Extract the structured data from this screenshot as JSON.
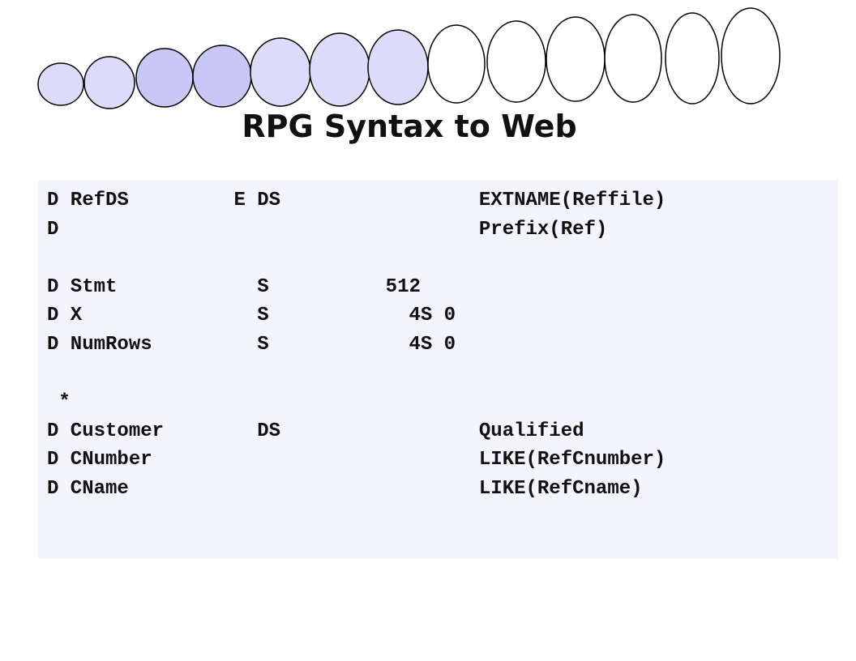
{
  "slide": {
    "title": "RPG Syntax to Web",
    "decoration": {
      "shape": "oval-chain",
      "fill_light": "#dcdcfa",
      "fill_dark": "#c8c8f6",
      "fill_white": "#ffffff",
      "stroke": "#000000"
    },
    "code_lines": [
      "D RefDS         E DS                 EXTNAME(Reffile)",
      "D                                    Prefix(Ref)",
      "",
      "D Stmt            S          512",
      "D X               S            4S 0",
      "D NumRows         S            4S 0",
      "",
      " *",
      "D Customer        DS                 Qualified",
      "D CNumber                            LIKE(RefCnumber)",
      "D CName                              LIKE(RefCname)"
    ],
    "colors": {
      "code_background": "#f4f4fc",
      "text": "#111111"
    }
  }
}
